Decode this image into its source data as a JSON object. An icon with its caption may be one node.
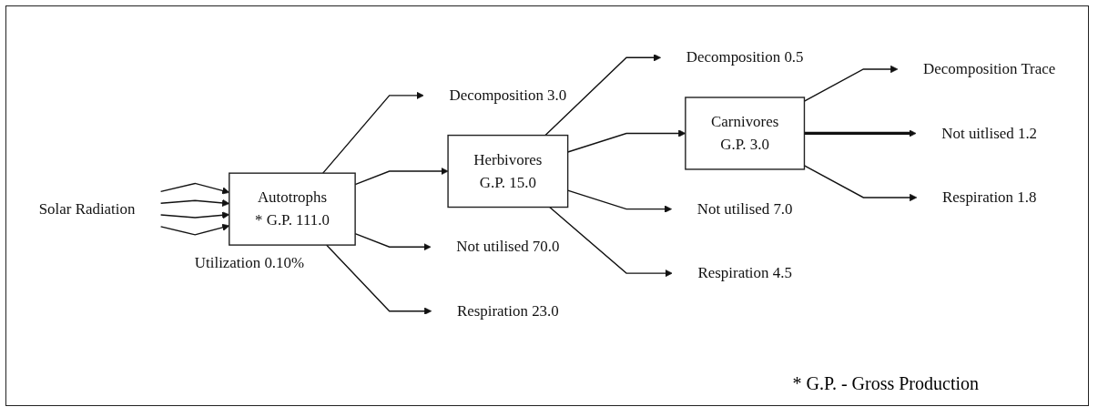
{
  "diagram": {
    "nodes": [
      {
        "text": [
          "Solar Radiation"
        ]
      },
      {
        "text": [
          "Autotrophs",
          "* G.P. 111.0"
        ],
        "beside": [
          "Utilization 0.10%"
        ]
      },
      {
        "text": [
          "Decomposition 3.0"
        ]
      },
      {
        "text": [
          "Herbivores",
          "G.P. 15.0"
        ]
      },
      {
        "text": [
          "Not utilised 70.0"
        ]
      },
      {
        "text": [
          "Respiration 23.0"
        ]
      },
      {
        "text": [
          "Decomposition 0.5"
        ]
      },
      {
        "text": [
          "Carnivores",
          "G.P. 3.0"
        ]
      },
      {
        "text": [
          "Not utilised 7.0"
        ]
      },
      {
        "text": [
          "Respiration 4.5"
        ]
      },
      {
        "text": [
          "Decomposition Trace"
        ]
      },
      {
        "text": [
          "Not uitlised 1.2"
        ]
      },
      {
        "text": [
          "Respiration 1.8"
        ]
      }
    ],
    "edges": [
      {
        "from": 0,
        "to": 1,
        "arrow": "to"
      },
      {
        "from": 0,
        "to": 1,
        "arrow": "to"
      },
      {
        "from": 0,
        "to": 1,
        "arrow": "to"
      },
      {
        "from": 0,
        "to": 1,
        "arrow": "to"
      },
      {
        "from": 1,
        "to": 2,
        "arrow": "to"
      },
      {
        "from": 1,
        "to": 3,
        "arrow": "to"
      },
      {
        "from": 1,
        "to": 4,
        "arrow": "to"
      },
      {
        "from": 1,
        "to": 5,
        "arrow": "to"
      },
      {
        "from": 3,
        "to": 6,
        "arrow": "to"
      },
      {
        "from": 3,
        "to": 7,
        "arrow": "to"
      },
      {
        "from": 3,
        "to": 8,
        "arrow": "to"
      },
      {
        "from": 3,
        "to": 9,
        "arrow": "to"
      },
      {
        "from": 7,
        "to": 10,
        "arrow": "to"
      },
      {
        "from": 7,
        "to": 11,
        "arrow": "to",
        "style": "thick"
      },
      {
        "from": 7,
        "to": 12,
        "arrow": "to"
      }
    ],
    "labels": [
      "* G.P. - Gross Production"
    ]
  }
}
